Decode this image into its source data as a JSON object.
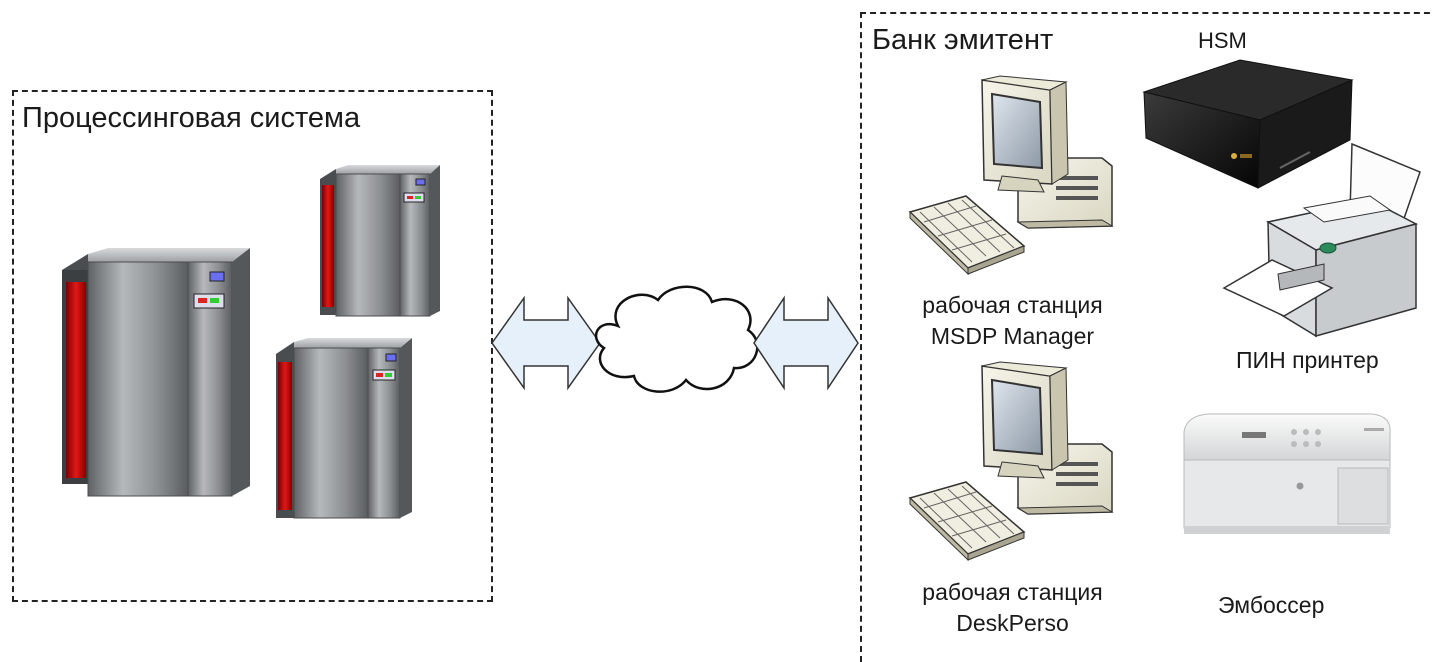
{
  "processing_zone": {
    "label": "Процессинговая система"
  },
  "bank_zone": {
    "label": "Банк эмитент",
    "hsm_label": "HSM",
    "workstation_1": {
      "line1": "рабочая станция",
      "line2": "MSDP Manager"
    },
    "workstation_2": {
      "line1": "рабочая станция",
      "line2": "DeskPerso"
    },
    "pin_printer_label": "ПИН принтер",
    "embosser_label": "Эмбоссер"
  },
  "icons": [
    "server-rack-icon",
    "network-cloud-icon",
    "double-arrow-icon",
    "workstation-icon",
    "hsm-device-icon",
    "pin-printer-icon",
    "embosser-icon"
  ],
  "colors": {
    "server_red": "#cc1010",
    "server_gray": "#8a8d90",
    "arrow_fill": "#e6f0fa",
    "hsm_black": "#161616"
  }
}
